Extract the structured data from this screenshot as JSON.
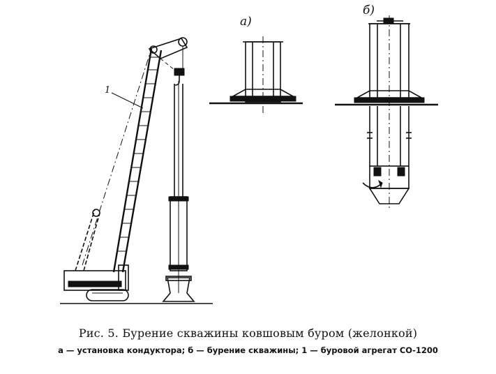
{
  "figure": {
    "labels": {
      "view_a": "а)",
      "view_b": "б)",
      "part_1": "1"
    }
  },
  "caption": {
    "title": "Рис. 5. Бурение скважины ковшовым буром (желонкой)",
    "legend": "а — установка кондуктора; б — бурение скважины; 1 — буровой агрегат СО-1200"
  }
}
